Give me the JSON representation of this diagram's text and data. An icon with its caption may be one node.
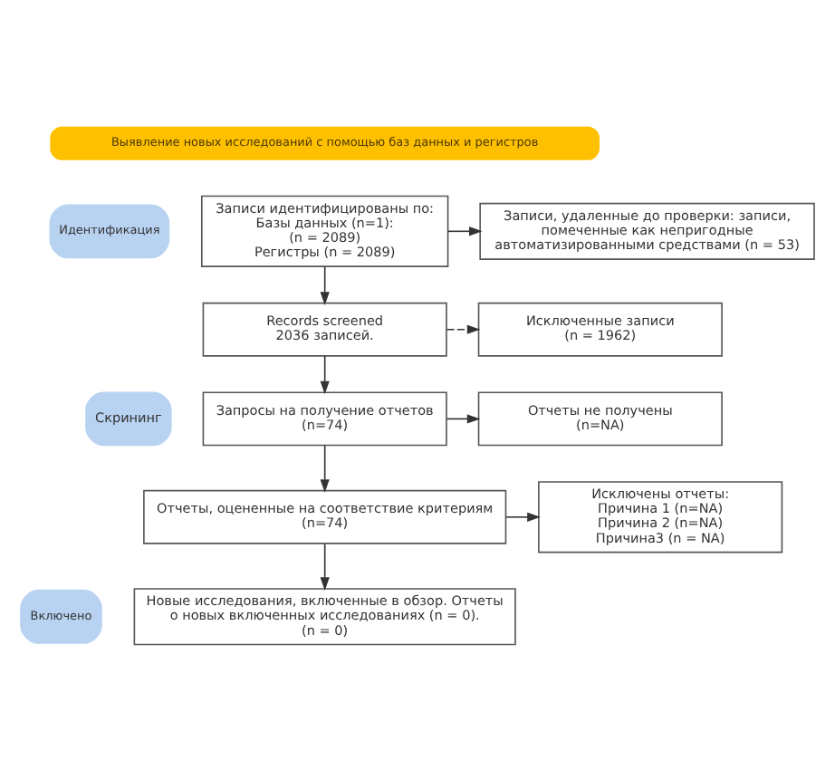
{
  "diagram": {
    "nodes": [
      {
        "text": [
          "Выявление новых исследований с помощью баз данных и регистров"
        ]
      },
      {
        "text": [
          "Идентификация"
        ]
      },
      {
        "text": [
          "Записи идентифицированы по:",
          "Базы данных (n=1):",
          "(n = 2089)",
          "Регистры (n = 2089)"
        ]
      },
      {
        "text": [
          "Записи, удаленные до проверки: записи, помеченные как непригодные автоматизированными средствами (n = 53)"
        ]
      },
      {
        "text": [
          "Скрининг"
        ]
      },
      {
        "text": [
          "Records screened",
          "2036 записей."
        ]
      },
      {
        "text": [
          "Исключенные записи",
          "(n = 1962)"
        ]
      },
      {
        "text": [
          "Запросы на получение отчетов",
          "(n=74)"
        ]
      },
      {
        "text": [
          "Отчеты не получены",
          "(n=NA)"
        ]
      },
      {
        "text": [
          "Отчеты, оцененные на соответствие критериям",
          "(n=74)"
        ]
      },
      {
        "text": [
          "Исключены отчеты:",
          "Причина 1 (n=NA)",
          "Причина 2 (n=NA)",
          "Причина3 (n = NA)"
        ]
      },
      {
        "text": [
          "Включено"
        ]
      },
      {
        "text": [
          "Новые исследования, включенные в обзор. Отчеты",
          "о новых включенных исследованиях (n = 0).",
          "(n = 0)"
        ]
      }
    ],
    "edges": [
      {
        "from": 2,
        "to": 3,
        "arrow": "to"
      },
      {
        "from": 2,
        "to": 5,
        "arrow": "to"
      },
      {
        "from": 5,
        "to": 6,
        "arrow": "to",
        "style": "dashed"
      },
      {
        "from": 5,
        "to": 7,
        "arrow": "to"
      },
      {
        "from": 7,
        "to": 8,
        "arrow": "to"
      },
      {
        "from": 7,
        "to": 9,
        "arrow": "to"
      },
      {
        "from": 9,
        "to": 10,
        "arrow": "to"
      },
      {
        "from": 9,
        "to": 12,
        "arrow": "to"
      }
    ]
  }
}
